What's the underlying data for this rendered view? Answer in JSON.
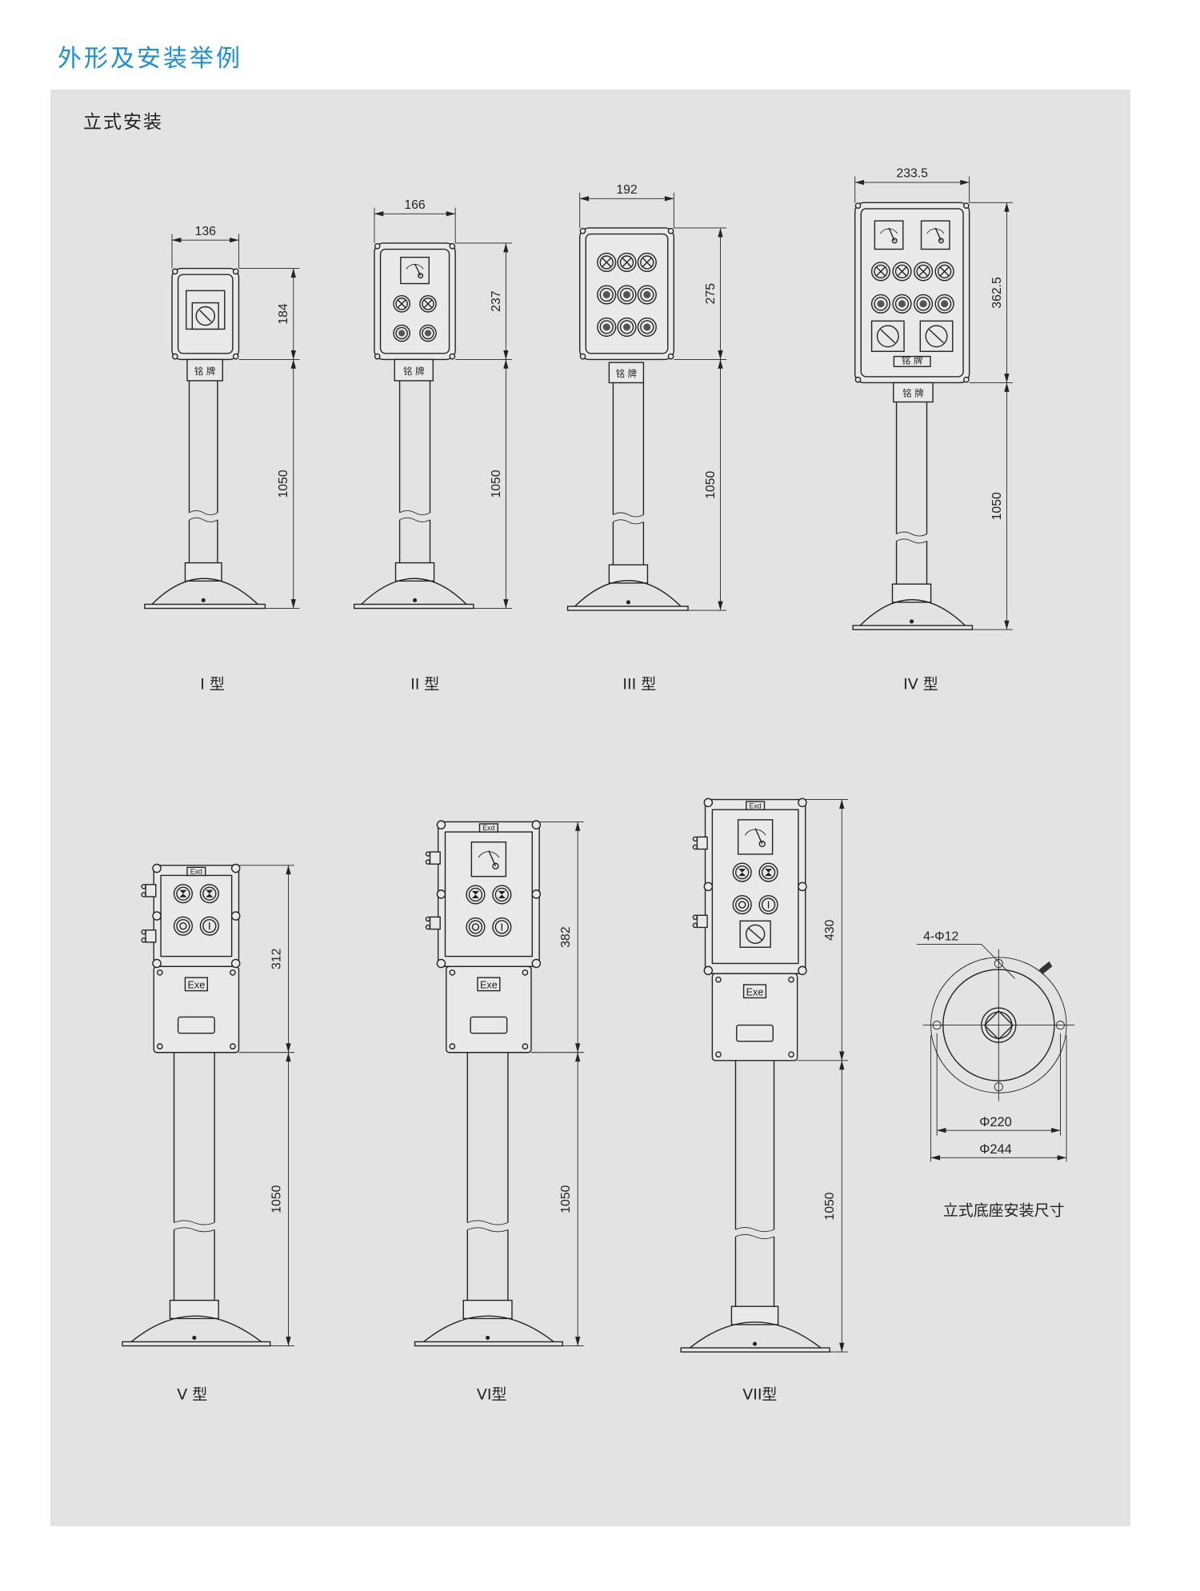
{
  "header": {
    "title": "外形及安装举例"
  },
  "section": {
    "subtitle": "立式安装"
  },
  "colors": {
    "title": "#1a8fd6",
    "panel": "#e3e3e3",
    "line": "#222222"
  },
  "figures": [
    {
      "label": "I  型",
      "width_dim": "136",
      "box_dim": "184",
      "pole_dim": "1050",
      "nameplate": "铭 牌"
    },
    {
      "label": "II  型",
      "width_dim": "166",
      "box_dim": "237",
      "pole_dim": "1050",
      "nameplate": "铭 牌"
    },
    {
      "label": "III  型",
      "width_dim": "192",
      "box_dim": "275",
      "pole_dim": "1050",
      "nameplate": "铭 牌"
    },
    {
      "label": "IV  型",
      "width_dim": "233.5",
      "box_dim": "362.5",
      "pole_dim": "1050",
      "nameplate": "铭 牌",
      "inner_plate": "铭 牌"
    },
    {
      "label": "V 型",
      "box_dim": "312",
      "pole_dim": "1050",
      "exd": "Exd",
      "exe": "Exe"
    },
    {
      "label": "VI型",
      "box_dim": "382",
      "pole_dim": "1050",
      "exd": "Exd",
      "exe": "Exe"
    },
    {
      "label": "VII型",
      "box_dim": "430",
      "pole_dim": "1050",
      "exd": "Exd",
      "exe": "Exe"
    }
  ],
  "base_plan": {
    "holes": "4-Φ12",
    "inner_dia": "Φ220",
    "outer_dia": "Φ244",
    "caption": "立式底座安装尺寸"
  }
}
